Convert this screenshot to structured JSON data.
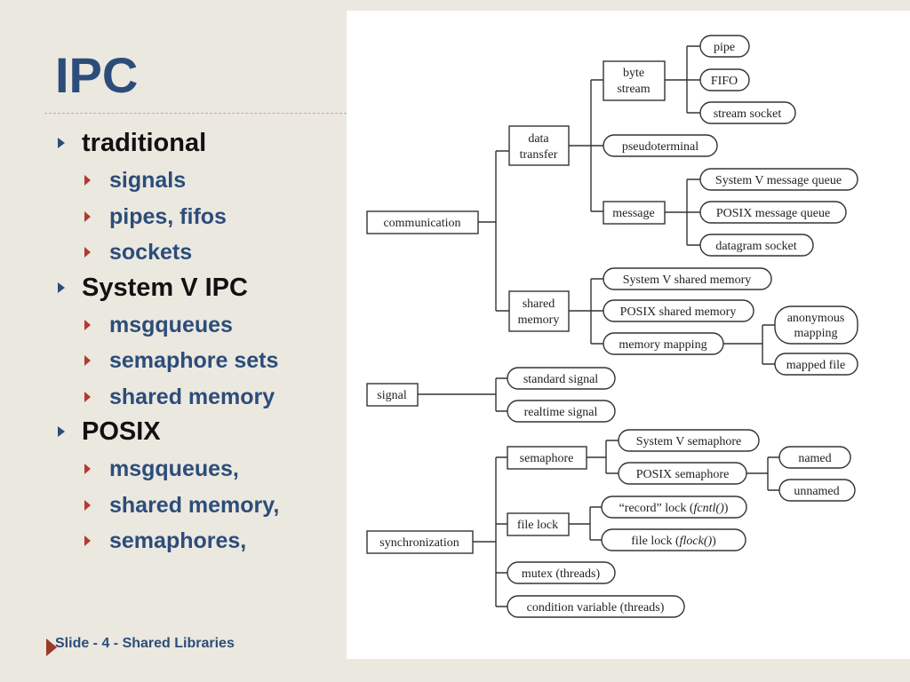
{
  "slide": {
    "title": "IPC",
    "bullets": [
      {
        "label": "traditional",
        "children": [
          "signals",
          "pipes, fifos",
          "sockets"
        ]
      },
      {
        "label": "System V IPC",
        "children": [
          "msgqueues",
          "semaphore sets",
          "shared memory"
        ]
      },
      {
        "label": "POSIX",
        "children": [
          "msgqueues,",
          "shared memory,",
          "semaphores,"
        ]
      }
    ],
    "footer": "Slide - 4 - Shared Libraries"
  },
  "diagram": {
    "root_communication": "communication",
    "data_transfer": [
      "data",
      "transfer"
    ],
    "byte_stream": [
      "byte",
      "stream"
    ],
    "pipe": "pipe",
    "fifo": "FIFO",
    "stream_socket": "stream socket",
    "pseudoterminal": "pseudoterminal",
    "message": "message",
    "sysv_msgq": "System V message queue",
    "posix_msgq": "POSIX message queue",
    "datagram_socket": "datagram socket",
    "shared_memory": [
      "shared",
      "memory"
    ],
    "sysv_shm": "System V shared memory",
    "posix_shm": "POSIX shared memory",
    "memory_mapping": "memory mapping",
    "anonymous_mapping": [
      "anonymous",
      "mapping"
    ],
    "mapped_file": "mapped file",
    "root_signal": "signal",
    "standard_signal": "standard signal",
    "realtime_signal": "realtime signal",
    "root_sync": "synchronization",
    "semaphore": "semaphore",
    "sysv_sem": "System V semaphore",
    "posix_sem": "POSIX semaphore",
    "named": "named",
    "unnamed": "unnamed",
    "file_lock": "file lock",
    "record_lock_prefix": "“record” lock (",
    "record_lock_fn": "fcntl()",
    "record_lock_suffix": ")",
    "flock_prefix": "file lock (",
    "flock_fn": "flock()",
    "flock_suffix": ")",
    "mutex": "mutex (threads)",
    "condvar": "condition variable (threads)"
  }
}
